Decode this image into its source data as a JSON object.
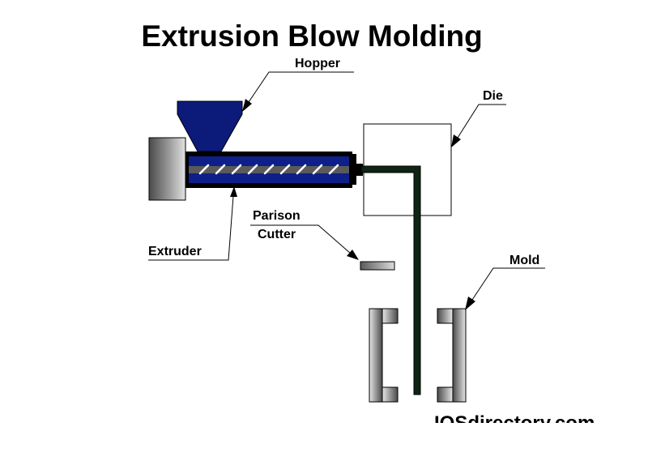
{
  "title": "Extrusion Blow Molding",
  "labels": {
    "hopper": "Hopper",
    "die": "Die",
    "parison_line1": "Parison",
    "parison_line2": "Cutter",
    "extruder": "Extruder",
    "mold": "Mold"
  },
  "watermark": "IQSdirectory.com",
  "colors": {
    "hopper": "#0c1a7a",
    "barrel_core": "#0e1f8a",
    "barrel_outline": "#000000",
    "parison": "#0e2414",
    "motor_light": "#d8d8d8",
    "motor_dark": "#4a4a4a",
    "screw_flights": "#ffffff"
  }
}
